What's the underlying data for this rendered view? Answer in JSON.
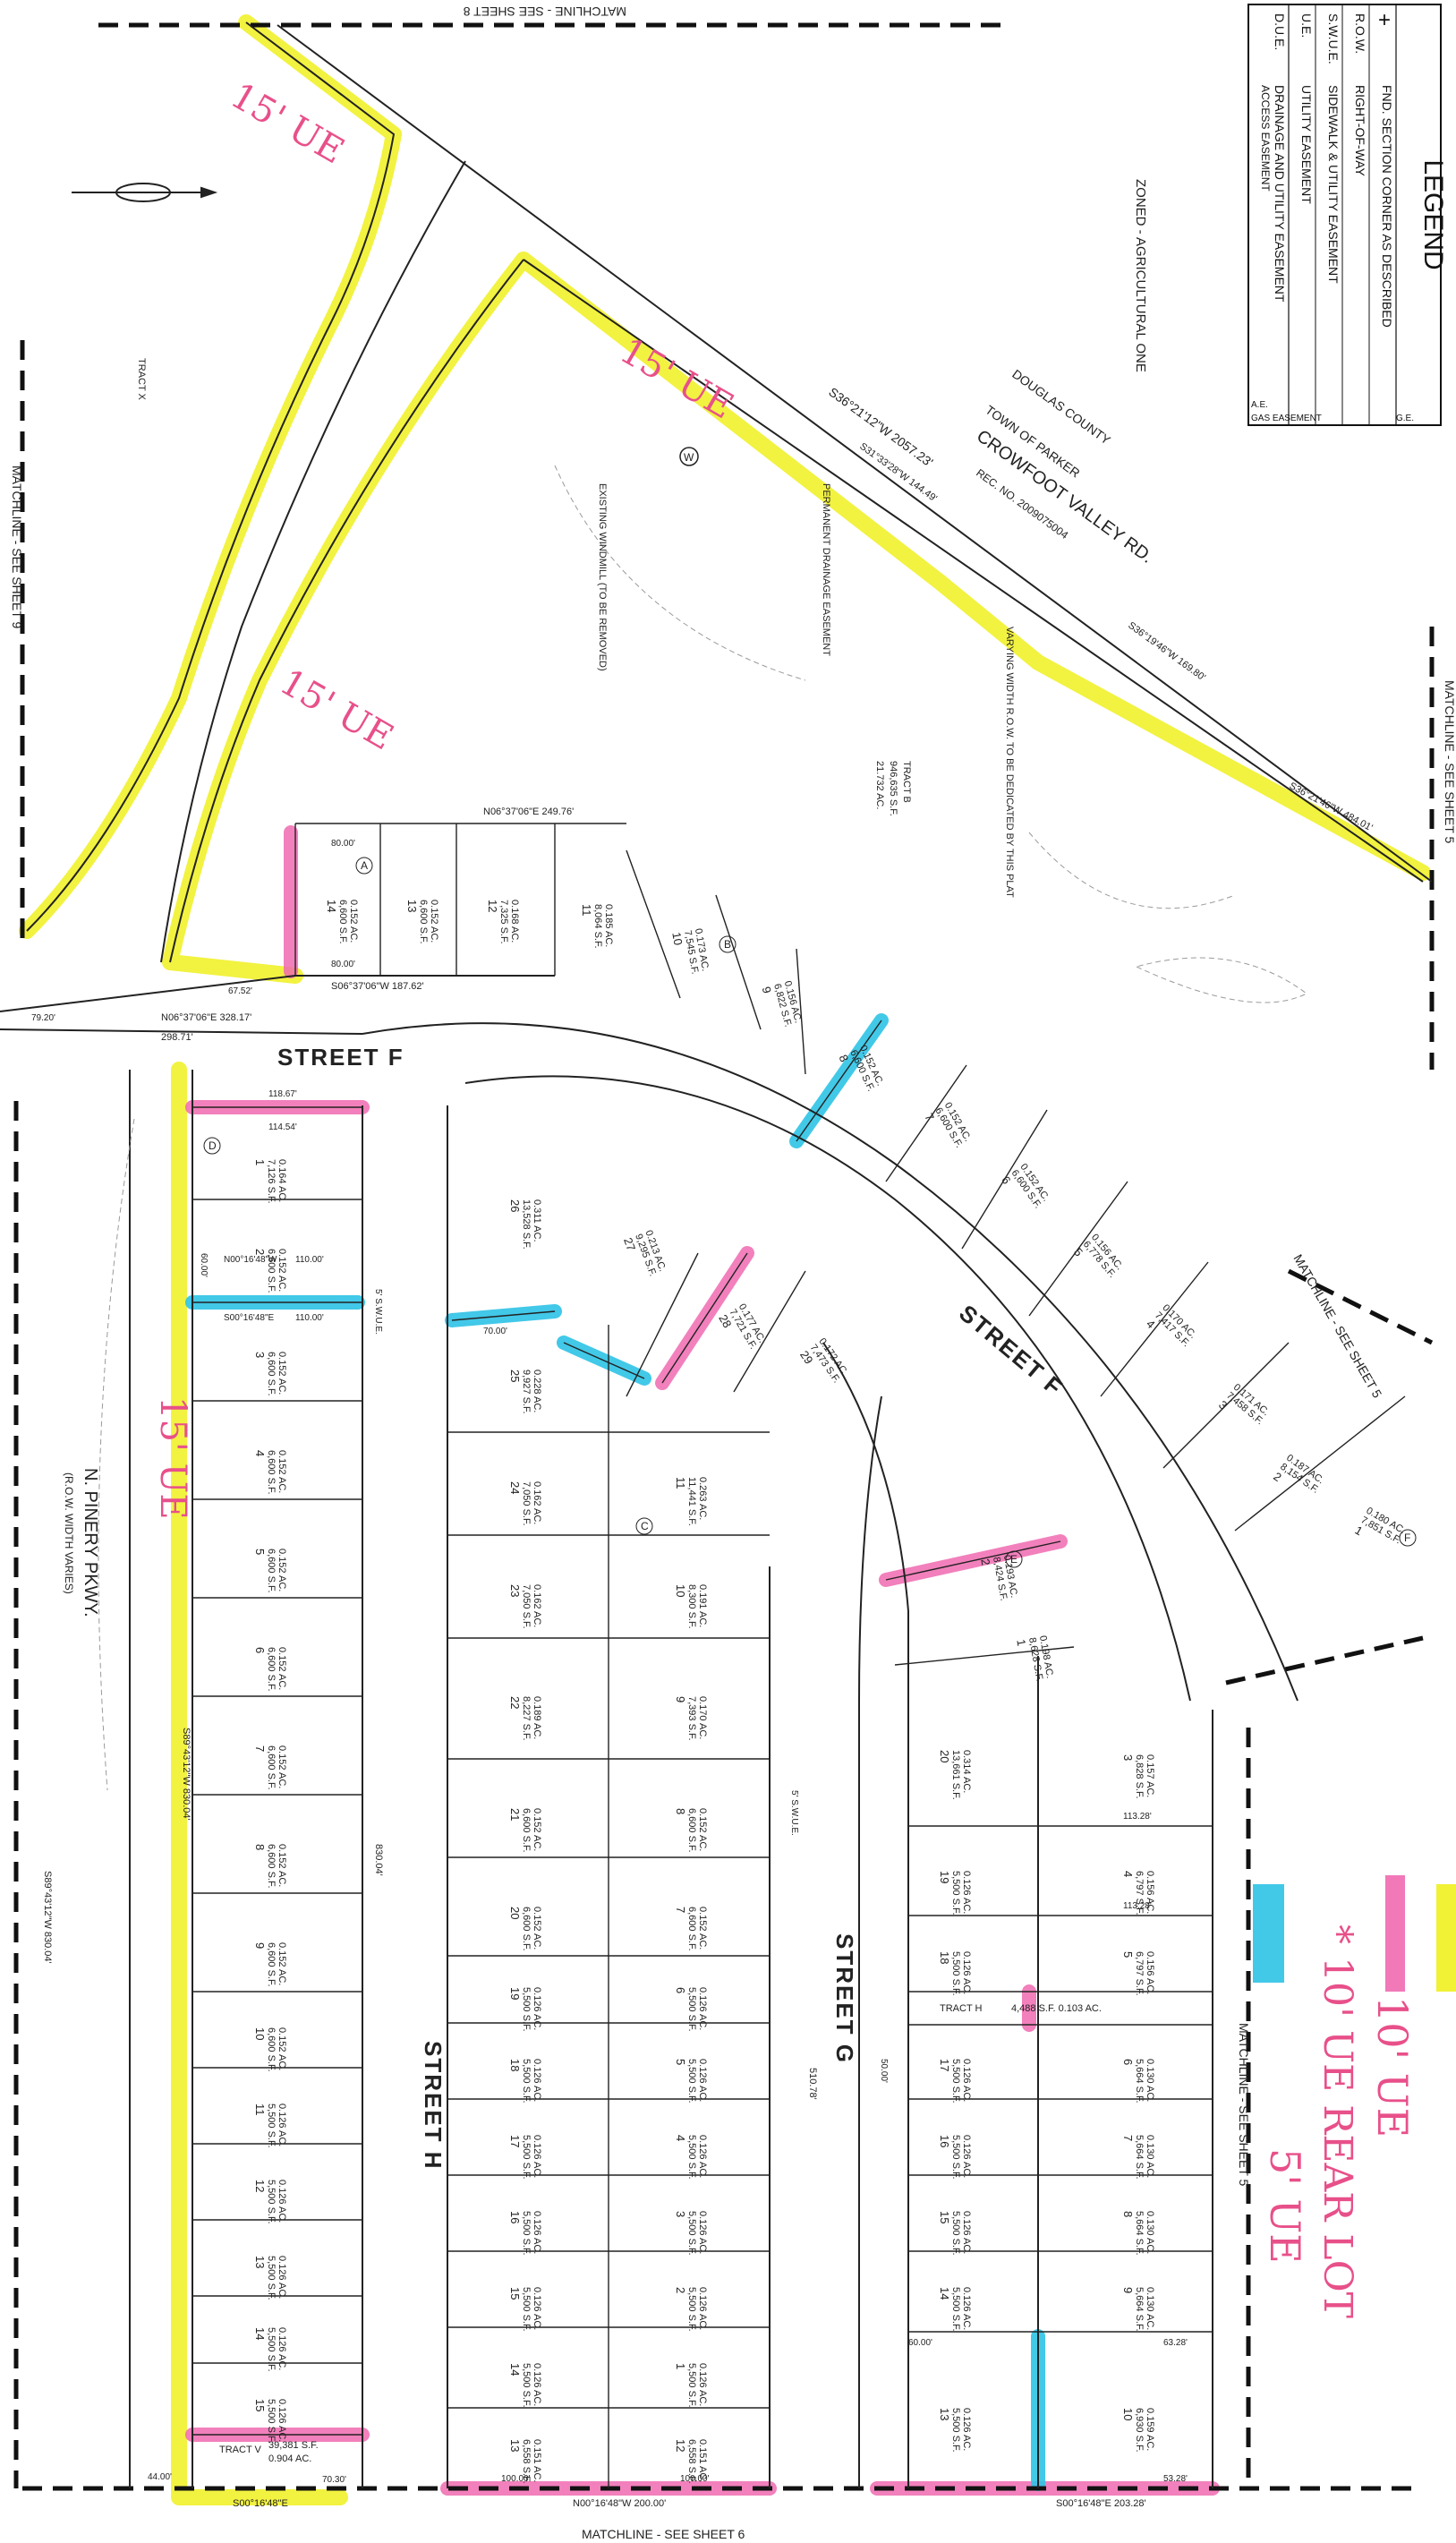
{
  "matchlines": {
    "top": "MATCHLINE - SEE SHEET 8",
    "bottom": "MATCHLINE - SEE SHEET 6",
    "left": "MATCHLINE - SEE SHEET 9",
    "right_upper": "MATCHLINE - SEE SHEET 5",
    "right_middle": "MATCHLINE - SEE SHEET 5",
    "right_lower": "MATCHLINE - SEE SHEET 5"
  },
  "legend": {
    "title": "LEGEND",
    "items": [
      {
        "abbr": "+",
        "desc": "FND. SECTION CORNER AS DESCRIBED"
      },
      {
        "abbr": "R.O.W.",
        "desc": "RIGHT-OF-WAY"
      },
      {
        "abbr": "S.W.U.E.",
        "desc": "SIDEWALK & UTILITY EASEMENT"
      },
      {
        "abbr": "U.E.",
        "desc": "UTILITY EASEMENT"
      },
      {
        "abbr": "D.U.E.",
        "desc": "DRAINAGE AND UTILITY EASEMENT"
      },
      {
        "abbr": "A.E.",
        "desc": "ACCESS EASEMENT"
      },
      {
        "abbr": "G.E.",
        "desc": "GAS EASEMENT"
      }
    ]
  },
  "zoning": {
    "zoned": "ZONED - AGRICULTURAL ONE",
    "county": "DOUGLAS COUNTY",
    "town": "TOWN OF PARKER"
  },
  "roads": {
    "crowfoot": "CROWFOOT VALLEY RD.",
    "crowfoot_rec": "REC. NO. 2009075004",
    "pinery": "N. PINERY PKWY.",
    "pinery_sub": "(R.O.W. WIDTH VARIES)",
    "street_f_left": "STREET F",
    "street_f_right": "STREET F",
    "street_g": "STREET G",
    "street_h": "STREET H"
  },
  "tracts": {
    "tract_b": "TRACT B",
    "tract_b_area": "946,635 S.F.",
    "tract_b_ac": "21.732 AC.",
    "tract_h": "TRACT H",
    "tract_h_area": "4,488 S.F. 0.103 AC.",
    "tract_v": "TRACT V",
    "tract_v_area": "39,381 S.F.",
    "tract_v_ac": "0.904 AC.",
    "tract_x": "TRACT X"
  },
  "notes": {
    "drainage": "PERMANENT DRAINAGE EASEMENT",
    "varying": "VARYING WIDTH R.O.W. TO BE DEDICATED BY THIS PLAT",
    "windmill": "EXISTING WINDMILL (TO BE REMOVED)"
  },
  "bearings": {
    "crowfoot_1": "S36°21'12\"W 2057.23'",
    "crowfoot_2": "S36°21'46\"W 484.01'",
    "crowfoot_3": "S36°19'46\"W 169.80'",
    "crowfoot_4": "S31°33'28\"W 144.49'",
    "street_f_top": "N06°37'06\"E 249.76'",
    "street_f_south": "S06°37'06\"W 187.62'",
    "street_f_north": "N06°37'06\"E 328.17'",
    "street_f_len": "298.71'",
    "pinery_1": "S89°43'12\"W 830.04'",
    "pinery_2": "S89°43'12\"W 830.04'",
    "street_h_len": "830.04'",
    "street_g_len": "510.78'",
    "bottom_1": "N00°16'48\"W 200.00'",
    "bottom_2": "S00°16'48\"E 203.28'",
    "bottom_3": "S00°16'48\"E"
  },
  "lots_column_1": [
    {
      "num": "1",
      "area": "7,126 S.F.",
      "ac": "0.164 AC."
    },
    {
      "num": "2",
      "area": "6,600 S.F.",
      "ac": "0.152 AC."
    },
    {
      "num": "3",
      "area": "6,600 S.F.",
      "ac": "0.152 AC."
    },
    {
      "num": "4",
      "area": "6,600 S.F.",
      "ac": "0.152 AC."
    },
    {
      "num": "5",
      "area": "6,600 S.F.",
      "ac": "0.152 AC."
    },
    {
      "num": "6",
      "area": "6,600 S.F.",
      "ac": "0.152 AC."
    },
    {
      "num": "7",
      "area": "6,600 S.F.",
      "ac": "0.152 AC."
    },
    {
      "num": "8",
      "area": "6,600 S.F.",
      "ac": "0.152 AC."
    },
    {
      "num": "9",
      "area": "6,600 S.F.",
      "ac": "0.152 AC."
    },
    {
      "num": "10",
      "area": "6,600 S.F.",
      "ac": "0.152 AC."
    },
    {
      "num": "11",
      "area": "5,500 S.F.",
      "ac": "0.126 AC."
    },
    {
      "num": "12",
      "area": "5,500 S.F.",
      "ac": "0.126 AC."
    },
    {
      "num": "13",
      "area": "5,500 S.F.",
      "ac": "0.126 AC."
    },
    {
      "num": "14",
      "area": "5,500 S.F.",
      "ac": "0.126 AC."
    },
    {
      "num": "15",
      "area": "5,500 S.F.",
      "ac": "0.126 AC."
    }
  ],
  "lots_column_2": [
    {
      "num": "25",
      "area": "9,927 S.F.",
      "ac": "0.228 AC."
    },
    {
      "num": "24",
      "area": "7,050 S.F.",
      "ac": "0.162 AC."
    },
    {
      "num": "23",
      "area": "7,050 S.F.",
      "ac": "0.162 AC."
    },
    {
      "num": "22",
      "area": "8,227 S.F.",
      "ac": "0.189 AC."
    },
    {
      "num": "21",
      "area": "6,600 S.F.",
      "ac": "0.152 AC."
    },
    {
      "num": "20",
      "area": "6,600 S.F.",
      "ac": "0.152 AC."
    },
    {
      "num": "19",
      "area": "5,500 S.F.",
      "ac": "0.126 AC."
    },
    {
      "num": "18",
      "area": "5,500 S.F.",
      "ac": "0.126 AC."
    },
    {
      "num": "17",
      "area": "5,500 S.F.",
      "ac": "0.126 AC."
    },
    {
      "num": "16",
      "area": "5,500 S.F.",
      "ac": "0.126 AC."
    },
    {
      "num": "15",
      "area": "5,500 S.F.",
      "ac": "0.126 AC."
    },
    {
      "num": "14",
      "area": "5,500 S.F.",
      "ac": "0.126 AC."
    },
    {
      "num": "13",
      "area": "6,558 S.F.",
      "ac": "0.151 AC."
    }
  ],
  "lots_column_3": [
    {
      "num": "11",
      "area": "11,441 S.F.",
      "ac": "0.263 AC."
    },
    {
      "num": "10",
      "area": "8,300 S.F.",
      "ac": "0.191 AC."
    },
    {
      "num": "9",
      "area": "7,393 S.F.",
      "ac": "0.170 AC."
    },
    {
      "num": "8",
      "area": "6,600 S.F.",
      "ac": "0.152 AC."
    },
    {
      "num": "7",
      "area": "6,600 S.F.",
      "ac": "0.152 AC."
    },
    {
      "num": "6",
      "area": "5,500 S.F.",
      "ac": "0.126 AC."
    },
    {
      "num": "5",
      "area": "5,500 S.F.",
      "ac": "0.126 AC."
    },
    {
      "num": "4",
      "area": "5,500 S.F.",
      "ac": "0.126 AC."
    },
    {
      "num": "3",
      "area": "5,500 S.F.",
      "ac": "0.126 AC."
    },
    {
      "num": "2",
      "area": "5,500 S.F.",
      "ac": "0.126 AC."
    },
    {
      "num": "1",
      "area": "5,500 S.F.",
      "ac": "0.126 AC."
    },
    {
      "num": "12",
      "area": "6,558 S.F.",
      "ac": "0.151 AC."
    }
  ],
  "lots_column_4": [
    {
      "num": "20",
      "area": "13,661 S.F.",
      "ac": "0.314 AC."
    },
    {
      "num": "19",
      "area": "5,500 S.F.",
      "ac": "0.126 AC."
    },
    {
      "num": "18",
      "area": "5,500 S.F.",
      "ac": "0.126 AC."
    },
    {
      "num": "17",
      "area": "5,500 S.F.",
      "ac": "0.126 AC."
    },
    {
      "num": "16",
      "area": "5,500 S.F.",
      "ac": "0.126 AC."
    },
    {
      "num": "15",
      "area": "5,500 S.F.",
      "ac": "0.126 AC."
    },
    {
      "num": "14",
      "area": "5,500 S.F.",
      "ac": "0.126 AC."
    },
    {
      "num": "13",
      "area": "5,500 S.F.",
      "ac": "0.126 AC."
    }
  ],
  "lots_column_5": [
    {
      "num": "3",
      "area": "6,828 S.F.",
      "ac": "0.157 AC."
    },
    {
      "num": "4",
      "area": "6,797 S.F.",
      "ac": "0.156 AC."
    },
    {
      "num": "5",
      "area": "6,797 S.F.",
      "ac": "0.156 AC."
    },
    {
      "num": "6",
      "area": "5,664 S.F.",
      "ac": "0.130 AC."
    },
    {
      "num": "7",
      "area": "5,664 S.F.",
      "ac": "0.130 AC."
    },
    {
      "num": "8",
      "area": "5,664 S.F.",
      "ac": "0.130 AC."
    },
    {
      "num": "9",
      "area": "5,664 S.F.",
      "ac": "0.130 AC."
    },
    {
      "num": "10",
      "area": "6,930 S.F.",
      "ac": "0.159 AC."
    }
  ],
  "lots_upper": [
    {
      "num": "14",
      "area": "6,600 S.F.",
      "ac": "0.152 AC."
    },
    {
      "num": "13",
      "area": "6,600 S.F.",
      "ac": "0.152 AC."
    },
    {
      "num": "12",
      "area": "7,325 S.F.",
      "ac": "0.168 AC."
    },
    {
      "num": "11",
      "area": "8,064 S.F.",
      "ac": "0.185 AC."
    },
    {
      "num": "10",
      "area": "7,545 S.F.",
      "ac": "0.173 AC."
    },
    {
      "num": "9",
      "area": "6,822 S.F.",
      "ac": "0.156 AC."
    },
    {
      "num": "8",
      "area": "6,600 S.F.",
      "ac": "0.152 AC."
    },
    {
      "num": "7",
      "area": "6,600 S.F.",
      "ac": "0.152 AC."
    },
    {
      "num": "6",
      "area": "6,600 S.F.",
      "ac": "0.152 AC."
    },
    {
      "num": "5",
      "area": "6,778 S.F.",
      "ac": "0.156 AC."
    },
    {
      "num": "4",
      "area": "7,417 S.F.",
      "ac": "0.170 AC."
    },
    {
      "num": "3",
      "area": "7,458 S.F.",
      "ac": "0.171 AC."
    },
    {
      "num": "2",
      "area": "8,154 S.F.",
      "ac": "0.187 AC."
    },
    {
      "num": "1",
      "area": "7,851 S.F.",
      "ac": "0.180 AC."
    }
  ],
  "lots_middle": [
    {
      "num": "26",
      "area": "13,528 S.F.",
      "ac": "0.311 AC."
    },
    {
      "num": "27",
      "area": "9,295 S.F.",
      "ac": "0.213 AC."
    },
    {
      "num": "28",
      "area": "7,721 S.F.",
      "ac": "0.177 AC."
    },
    {
      "num": "29",
      "area": "7,473 S.F.",
      "ac": "0.172 AC."
    }
  ],
  "lots_curve": [
    {
      "num": "1",
      "area": "8,628 S.F.",
      "ac": "0.198 AC."
    },
    {
      "num": "2",
      "area": "8,424 S.F.",
      "ac": "0.193 AC."
    }
  ],
  "dimensions": {
    "d110": "110.00'",
    "d60": "60.00'",
    "d50": "50.00'",
    "d113": "113.28'",
    "bearing_n": "N00°16'48\"W",
    "bearing_s": "S00°16'48\"E",
    "d70": "70.00'",
    "d118": "118.67'",
    "d114": "114.54'",
    "d80": "80.00'",
    "d67": "67.52'",
    "d79": "79.20'",
    "d100": "100.00'",
    "d44": "44.00'",
    "d70b": "70.30'",
    "d53": "53.28'",
    "d60b": "60.00'",
    "d63": "63.28'",
    "swue": "5' S.W.U.E."
  },
  "markers": {
    "block_a": "A",
    "block_b": "B",
    "block_c": "C",
    "block_d": "D",
    "block_e": "E",
    "block_f": "F",
    "windmill_sym": "W"
  },
  "annotations": {
    "ue15_1": "15' UE",
    "ue15_2": "15' UE",
    "ue15_3": "15' UE",
    "ue15_4": "15' UE",
    "ue10": "10' UE",
    "ue10_rear": "* 10' UE REAR LOT",
    "ue5": "5' UE"
  },
  "colors": {
    "yellow": "#f0f020",
    "pink": "#f06ab0",
    "cyan": "#2ec3e6",
    "ink": "#222222",
    "handwriting": "#e8508a"
  }
}
